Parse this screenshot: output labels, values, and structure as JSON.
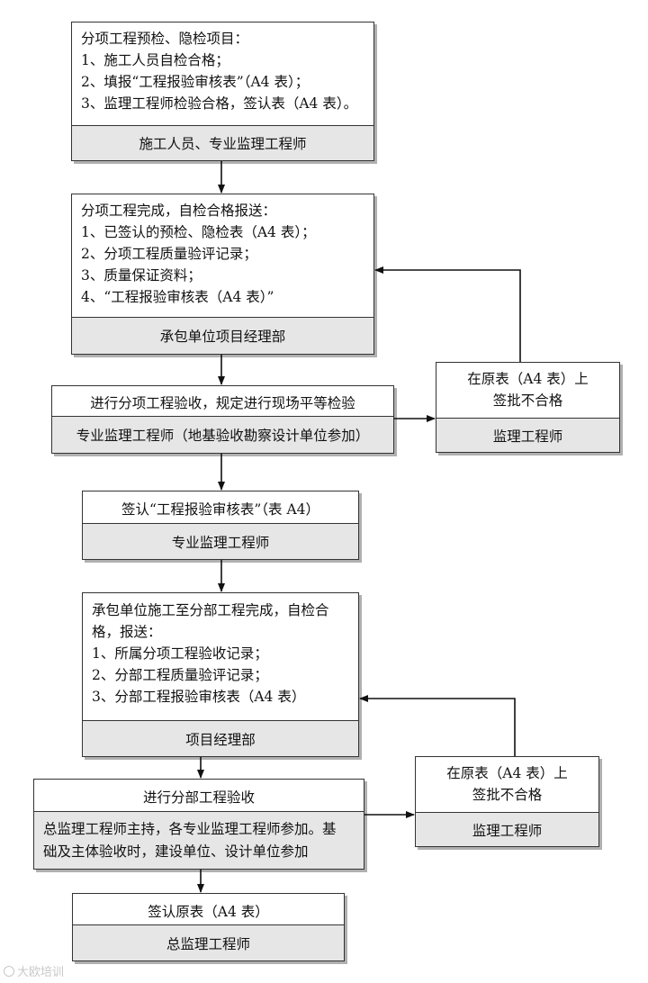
{
  "step1": {
    "lines": [
      "分项工程预检、隐检项目：",
      "1、施工人员自检合格；",
      "2、填报“工程报验审核表”（A4 表）；",
      "3、监理工程师检验合格，签认表（A4 表）。"
    ],
    "footer": "施工人员、专业监理工程师"
  },
  "step2": {
    "lines": [
      "分项工程完成，自检合格报送：",
      "1、已签认的预检、隐检表（A4 表）；",
      "2、分项工程质量验评记录；",
      "3、质量保证资料；",
      "4、“工程报验审核表（A4 表）”"
    ],
    "footer": "承包单位项目经理部"
  },
  "step3": {
    "header": "进行分项工程验收，规定进行现场平等检验",
    "footer": "专业监理工程师（地基验收勘察设计单位参加）"
  },
  "reject1": {
    "lines": [
      "在原表（A4 表）上",
      "签批不合格"
    ],
    "footer": "监理工程师"
  },
  "step4": {
    "header": "签认“工程报验审核表”（表 A4）",
    "footer": "专业监理工程师"
  },
  "step5": {
    "lines": [
      "承包单位施工至分部工程完成，自检合",
      "格，报送：",
      "1、所属分项工程验收记录；",
      "2、分部工程质量验评记录；",
      "3、分部工程报验审核表（A4 表）"
    ],
    "footer": "项目经理部"
  },
  "step6": {
    "header": "进行分部工程验收",
    "lines": [
      "总监理工程师主持，各专业监理工程师参加。基",
      "础及主体验收时，建设单位、设计单位参加"
    ]
  },
  "reject2": {
    "lines": [
      "在原表（A4 表）上",
      "签批不合格"
    ],
    "footer": "监理工程师"
  },
  "step7": {
    "header": "签认原表（A4 表）",
    "footer": "总监理工程师"
  },
  "watermark": "大欧培训"
}
